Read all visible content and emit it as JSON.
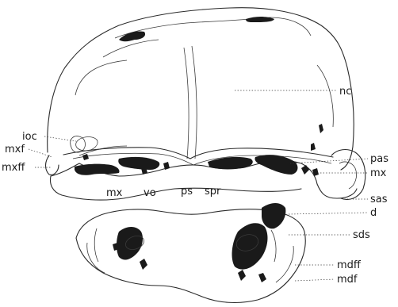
{
  "labels": {
    "nc": "nc",
    "ioc": "ioc",
    "mxf": "mxf",
    "mxff": "mxff",
    "mx_left": "mx",
    "vo": "vo",
    "ps": "ps",
    "spr": "spr",
    "pas": "pas",
    "mx_right": "mx",
    "sas": "sas",
    "d": "d",
    "sds": "sds",
    "mdff": "mdff",
    "mdf": "mdf"
  }
}
